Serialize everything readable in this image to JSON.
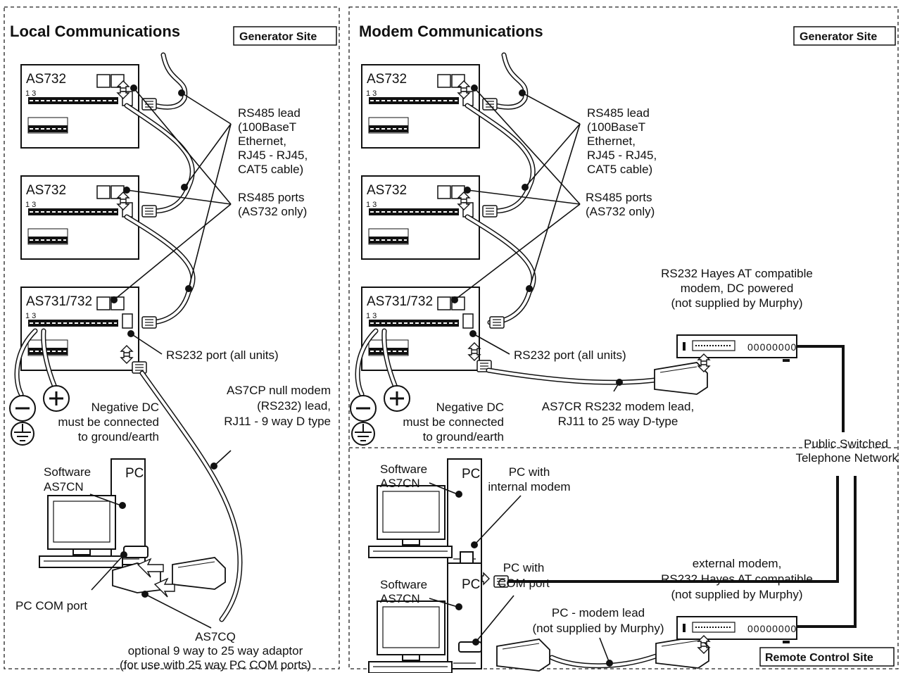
{
  "panels": {
    "local": {
      "title": "Local Communications",
      "site": "Generator Site"
    },
    "modem": {
      "title": "Modem Communications",
      "site": "Generator Site",
      "remote_site": "Remote Control Site"
    }
  },
  "units": {
    "as732_a": "AS732",
    "as732_b": "AS732",
    "as731": "AS731/732",
    "terminal_numbers": "1 3"
  },
  "labels": {
    "rs485_lead": [
      "RS485 lead",
      "(100BaseT",
      "Ethernet,",
      "RJ45 - RJ45,",
      "CAT5 cable)"
    ],
    "rs485_ports": [
      "RS485 ports",
      "(AS732 only)"
    ],
    "rs232_port": "RS232 port (all units)",
    "negative_dc": [
      "Negative DC",
      "must be connected",
      "to ground/earth"
    ],
    "null_modem": [
      "AS7CP null modem",
      "(RS232) lead,",
      "RJ11 - 9 way D type"
    ],
    "software": [
      "Software",
      "AS7CN"
    ],
    "pc": "PC",
    "pc_com_port": "PC COM port",
    "adaptor": [
      "AS7CQ",
      "optional 9 way to 25 way adaptor",
      "(for use with 25 way PC COM ports)"
    ],
    "rs232_modem": [
      "RS232 Hayes AT compatible",
      "modem, DC powered",
      "(not supplied by Murphy)"
    ],
    "modem_lead": [
      "AS7CR RS232 modem lead,",
      "RJ11 to 25 way D-type"
    ],
    "pstn": [
      "Public Switched",
      "Telephone Network"
    ],
    "pc_internal_modem": [
      "PC with",
      "internal modem"
    ],
    "pc_com": [
      "PC with",
      "COM port"
    ],
    "external_modem": [
      "external modem,",
      "RS232 Hayes AT compatible",
      "(not supplied by Murphy)"
    ],
    "pc_modem_lead": [
      "PC - modem lead",
      "(not supplied by Murphy)"
    ],
    "modem_lights": "00000000"
  }
}
